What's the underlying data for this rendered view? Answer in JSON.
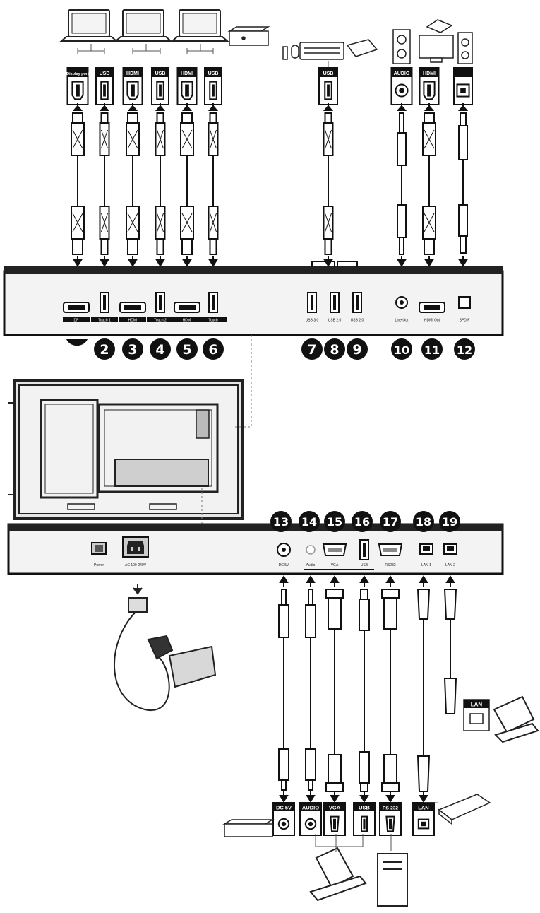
{
  "top_devices": {
    "ports": [
      {
        "label": "Display port",
        "type": "dp"
      },
      {
        "label": "USB",
        "type": "usb"
      },
      {
        "label": "HDMI",
        "type": "hdmi"
      },
      {
        "label": "USB",
        "type": "usb"
      },
      {
        "label": "HDMI",
        "type": "hdmi"
      },
      {
        "label": "USB",
        "type": "usb"
      },
      {
        "label": "USB",
        "type": "usb"
      },
      {
        "label": "AUDIO",
        "type": "audio"
      },
      {
        "label": "HDMI",
        "type": "hdmi"
      },
      {
        "label": "",
        "type": "spdif"
      }
    ]
  },
  "top_panel": {
    "port_labels": [
      "DP",
      "Touch 1",
      "HDMI",
      "Touch 2",
      "HDMI",
      "Touch",
      "USB 3.0",
      "USB 2.0",
      "USB 2.0",
      "Line Out",
      "HDMI Out",
      "SPDIF"
    ],
    "numbers": [
      "2",
      "3",
      "4",
      "5",
      "6",
      "7",
      "8",
      "9",
      "10",
      "11",
      "12"
    ]
  },
  "bottom_panel": {
    "port_labels": [
      "Power",
      "AC 100-240V",
      "DC 5V",
      "Audio",
      "VGA",
      "USB",
      "RS232",
      "LAN 1",
      "LAN 2"
    ],
    "numbers": [
      "13",
      "14",
      "15",
      "16",
      "17",
      "18",
      "19"
    ]
  },
  "bottom_devices": {
    "ports": [
      {
        "label": "DC 5V",
        "type": "dc"
      },
      {
        "label": "AUDIO",
        "type": "audio"
      },
      {
        "label": "VGA",
        "type": "vga"
      },
      {
        "label": "USB",
        "type": "usb"
      },
      {
        "label": "RS-232",
        "type": "rs232"
      },
      {
        "label": "LAN",
        "type": "lan"
      }
    ],
    "lan_right_label": "LAN"
  },
  "colors": {
    "ink": "#111111",
    "panel": "#f3f3f3",
    "badge": "#111111"
  }
}
